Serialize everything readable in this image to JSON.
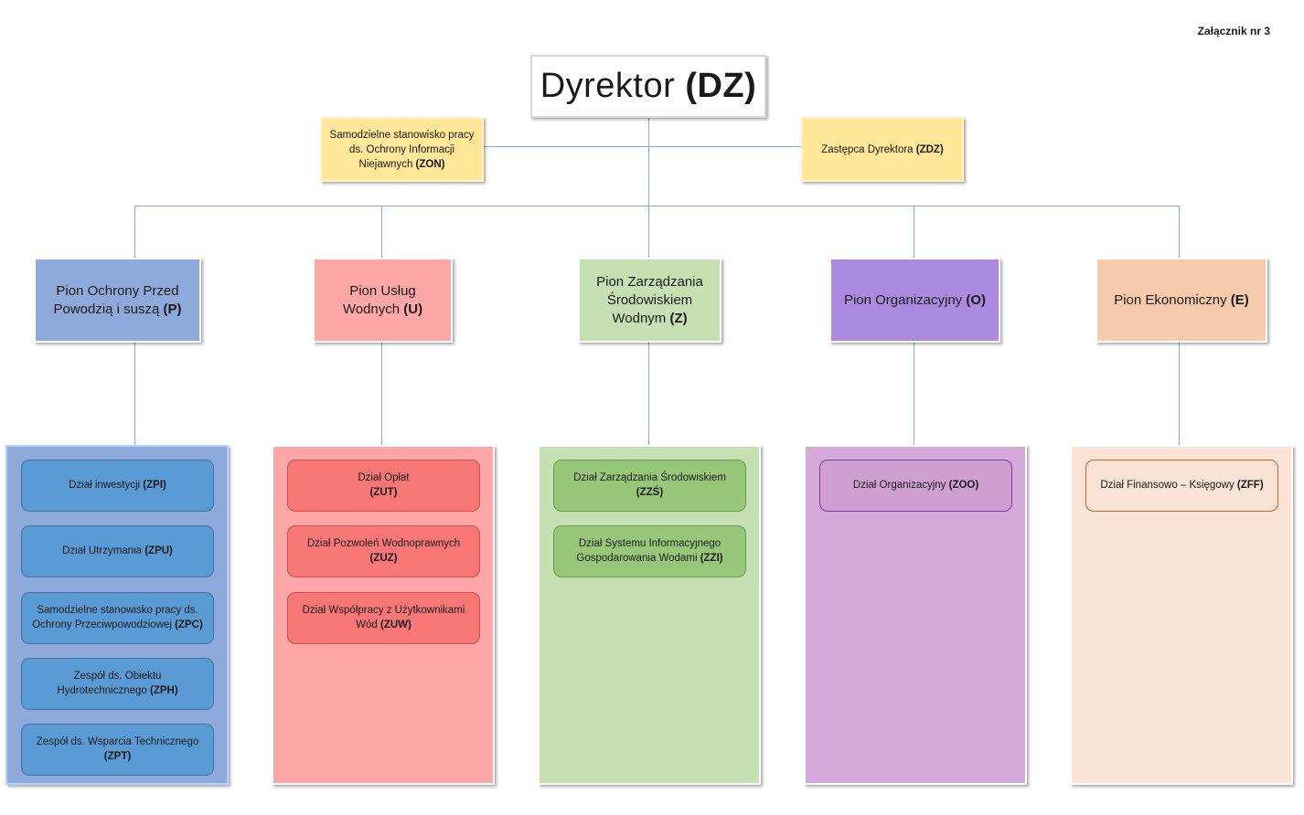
{
  "annex": "Załącznik nr 3",
  "director": {
    "name": "Dyrektor ",
    "code": "(DZ)"
  },
  "zon": {
    "name": "Samodzielne stanowisko pracy ds. Ochrony Informacji Niejawnych ",
    "code": "(ZON)"
  },
  "zdz": {
    "name": "Zastępca Dyrektora ",
    "code": "(ZDZ)"
  },
  "pions": [
    {
      "name": "Pion Ochrony Przed Powodzią i suszą ",
      "code": "(P)"
    },
    {
      "name": "Pion Usług Wodnych ",
      "code": "(U)"
    },
    {
      "name": "Pion Zarządzania Środowiskiem Wodnym ",
      "code": "(Z)"
    },
    {
      "name": "Pion Organizacyjny ",
      "code": "(O)"
    },
    {
      "name": "Pion Ekonomiczny ",
      "code": "(E)"
    }
  ],
  "depts": {
    "p": [
      {
        "name": "Dział inwestycji ",
        "code": "(ZPI)"
      },
      {
        "name": "Dział Utrzymania ",
        "code": "(ZPU)"
      },
      {
        "name": "Samodzielne stanowisko pracy ds. Ochrony Przeciwpowodziowej ",
        "code": "(ZPC)"
      },
      {
        "name": "Zespół ds. Obiektu Hydrotechnicznego ",
        "code": "(ZPH)"
      },
      {
        "name": "Zespół ds. Wsparcia Technicznego ",
        "code": "(ZPT)"
      }
    ],
    "u": [
      {
        "name": "Dział Opłat ",
        "code": "(ZUT)"
      },
      {
        "name": "Dział Pozwoleń Wodnoprawnych ",
        "code": "(ZUZ)"
      },
      {
        "name": "Dział Współpracy z Użytkownikami Wód ",
        "code": "(ZUW)"
      }
    ],
    "z": [
      {
        "name": "Dział Zarządzania Środowiskiem ",
        "code": "(ZZŚ)"
      },
      {
        "name": "Dział Systemu Informacyjnego Gospodarowania Wodami ",
        "code": "(ZZI)"
      }
    ],
    "o": [
      {
        "name": "Dział Organizacyjny ",
        "code": "(ZOO)"
      }
    ],
    "e": [
      {
        "name": "Dział Finansowo – Księgowy ",
        "code": "(ZFF)"
      }
    ]
  },
  "colors": {
    "connector": "#8aa7cf",
    "pion_p": "#8eaadb",
    "pion_u": "#ffa7a7",
    "pion_z": "#c5e0b3",
    "pion_o": "#ab8ae0",
    "pion_e": "#f7caac",
    "staff": "#ffe699"
  }
}
